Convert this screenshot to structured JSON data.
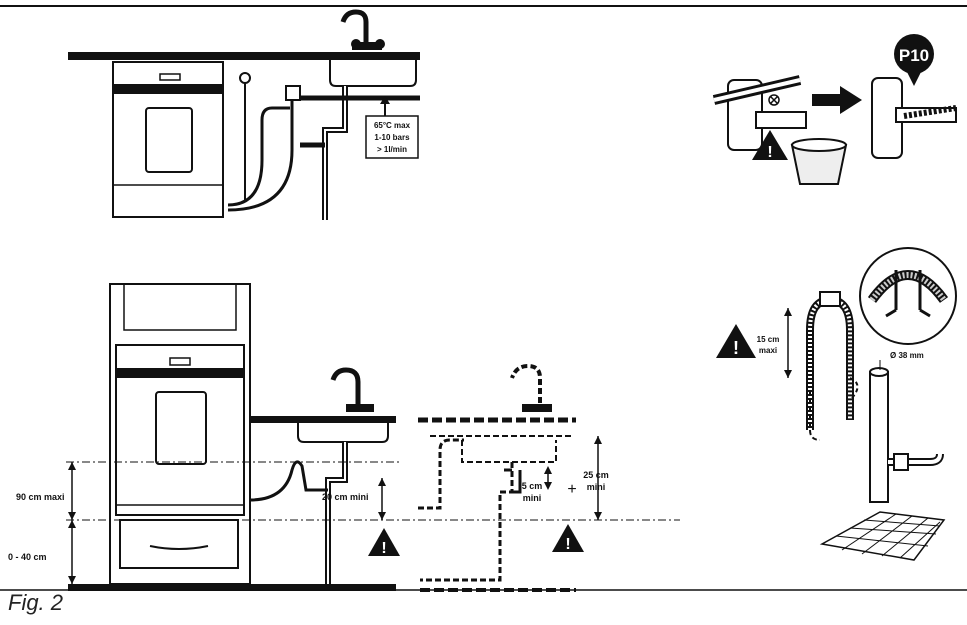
{
  "figure_label": "Fig. 2",
  "labels": {
    "temp": "65°C max",
    "pressure": "1-10 bars",
    "flow": "> 1l/min",
    "height_max": "90 cm maxi",
    "base_range": "0 - 40 cm",
    "min_20": "20 cm mini",
    "min_5_a": "5 cm",
    "min_5_b": "mini",
    "min_25_a": "25 cm",
    "min_25_b": "mini",
    "loop_15_a": "15 cm",
    "loop_15_b": "maxi",
    "diameter": "Ø 38 mm",
    "badge": "P10"
  },
  "colors": {
    "ink": "#111111",
    "paper": "#ffffff",
    "grey": "#9a9a9a",
    "light": "#d8d8d8"
  },
  "icons": [
    "warning-icon",
    "arrow-right-icon",
    "faucet-icon",
    "bucket-icon",
    "wrench-icon"
  ]
}
